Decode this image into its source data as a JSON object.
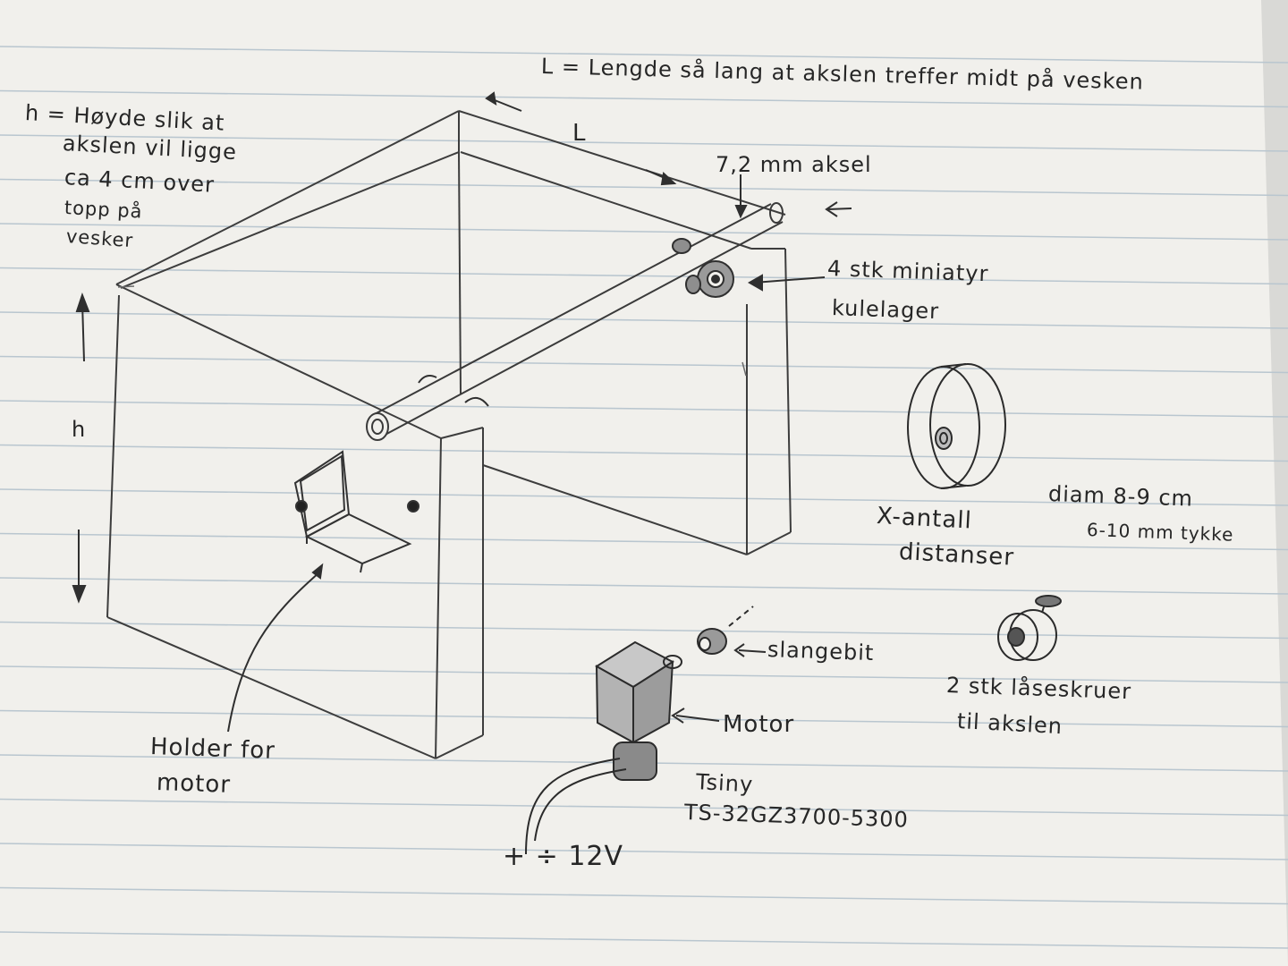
{
  "labels": {
    "length_def": "L = Lengde så lang at akslen treffer midt på vesken",
    "height_def": [
      "h = Høyde slik at",
      "akslen vil ligge",
      "ca 4 cm over",
      "topp på",
      "vesker"
    ],
    "length_symbol": "L",
    "height_symbol": "h",
    "shaft": "7,2 mm aksel",
    "bearings": [
      "4 stk miniatyr",
      "kulelager"
    ],
    "spacer_diameter": "diam 8-9 cm",
    "spacer_thickness": "6-10 mm tykke",
    "spacers": [
      "X-antall",
      "distanser"
    ],
    "hose_piece": "slangebit",
    "motor": "Motor",
    "motor_model": [
      "Tsiny",
      "TS-32GZ3700-5300"
    ],
    "power": "+ ÷ 12V",
    "set_screws": [
      "2 stk låseskruer",
      "til akslen"
    ],
    "motor_holder": [
      "Holder for",
      "motor"
    ]
  },
  "colors": {
    "paper": "#f2f1ed",
    "rule": "#b9c6cf",
    "pencil": "#3b3b3b",
    "ink": "#262626"
  }
}
